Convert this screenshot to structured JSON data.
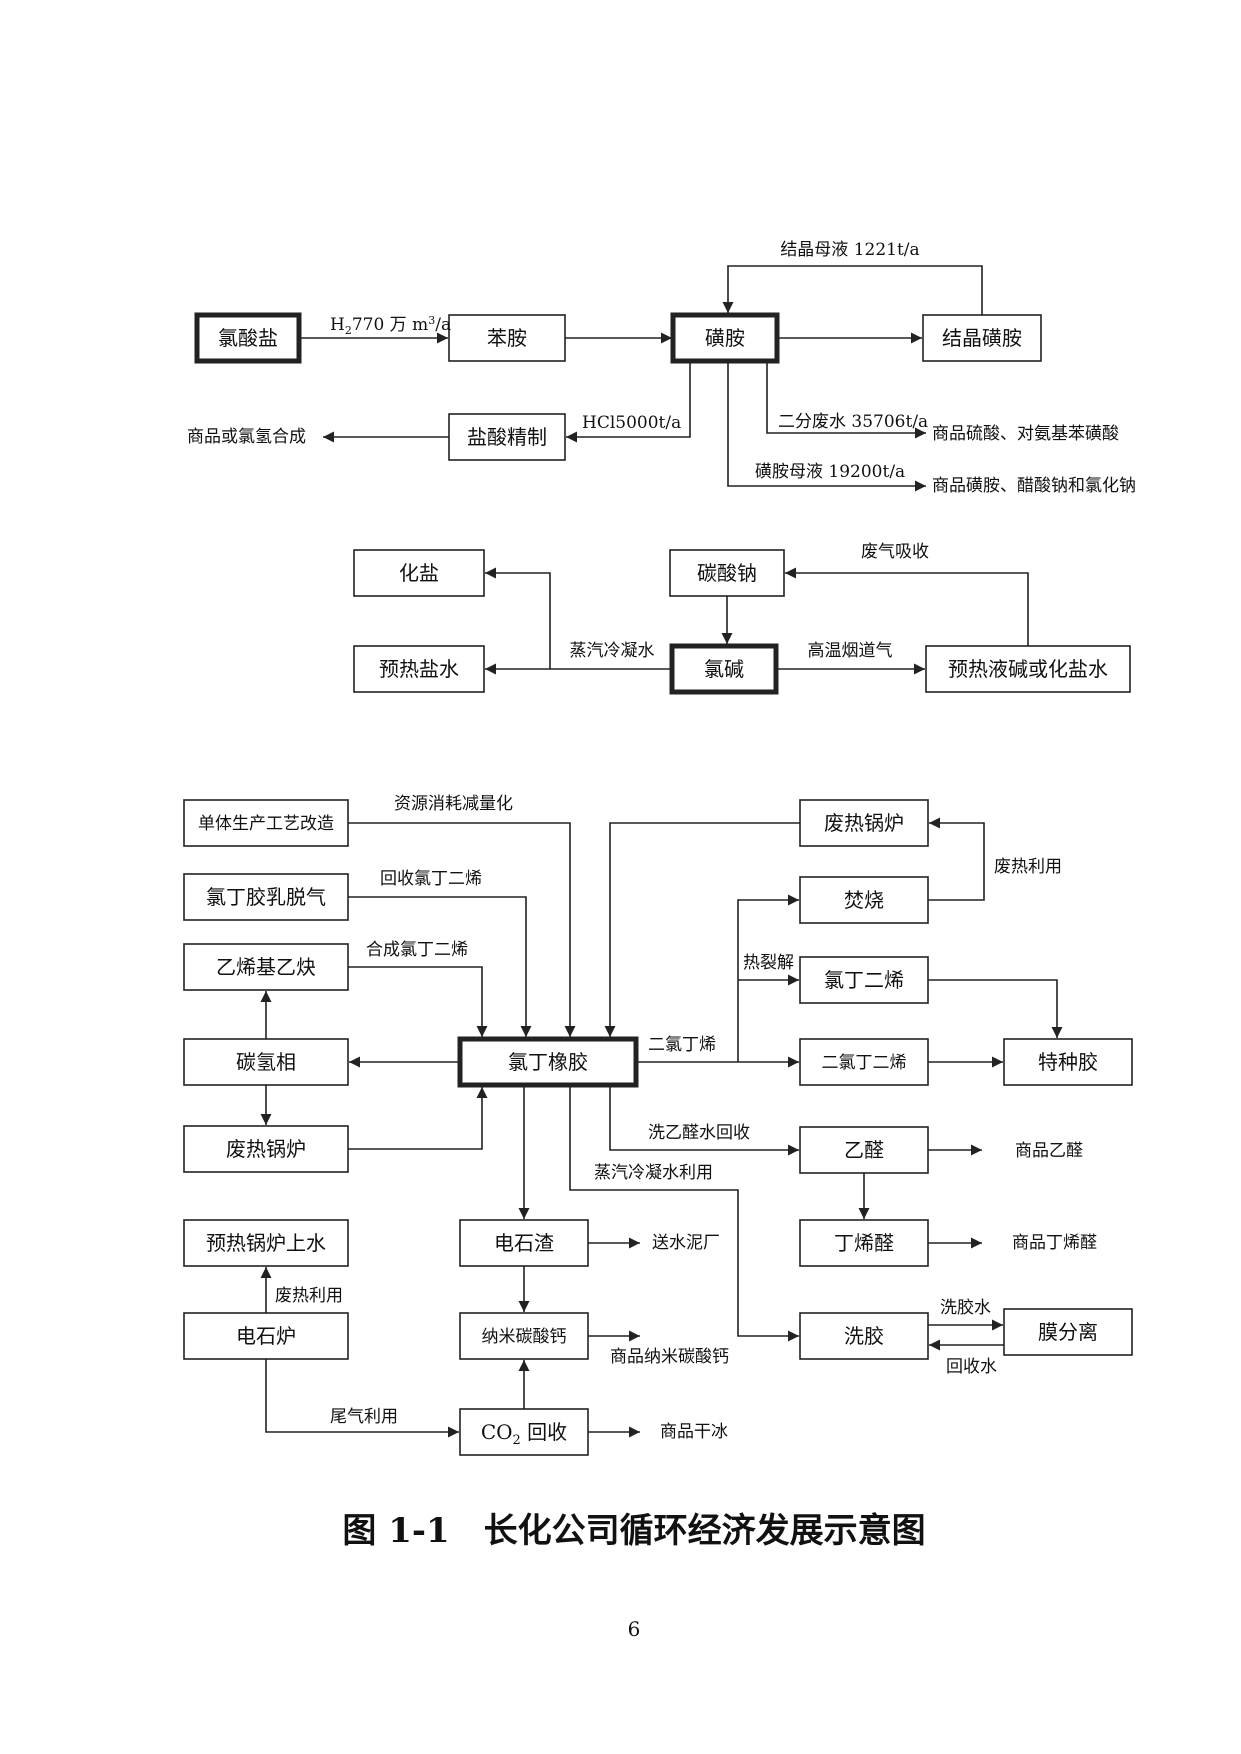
{
  "caption": "图 1-1　长化公司循环经济发展示意图",
  "page_number": "6",
  "diagram": {
    "sulfa": {
      "nodes": {
        "chlorate": "氯酸盐",
        "aniline": "苯胺",
        "sulfonamide": "磺胺",
        "cryst_sulfa": "结晶磺胺",
        "hcl_refine": "盐酸精制"
      },
      "labels": {
        "mother_liquor": "结晶母液 1221t/a",
        "h2_pre": "H",
        "h2_sub": "2",
        "h2_mid": "770 万 m",
        "h2_sup": "3",
        "h2_post": "/a",
        "hcl_flow": "HCl5000t/a",
        "out_hcl": "商品或氯氢合成",
        "waste_water": "二分废水 35706t/a",
        "out_sulfuric": "商品硫酸、对氨基苯磺酸",
        "sulfa_liquor": "磺胺母液 19200t/a",
        "out_sodium": "商品磺胺、醋酸钠和氯化钠"
      }
    },
    "alkali": {
      "nodes": {
        "huayan": "化盐",
        "na2co3": "碳酸钠",
        "preheat_brine": "预热盐水",
        "chloralkali": "氯碱",
        "preheat_lye": "预热液碱或化盐水"
      },
      "labels": {
        "waste_gas": "废气吸收",
        "steam_cond": "蒸汽冷凝水",
        "flue_gas": "高温烟道气"
      }
    },
    "rubber": {
      "nodes": {
        "monomer": "单体生产工艺改造",
        "degas": "氯丁胶乳脱气",
        "vinylacet": "乙烯基乙炔",
        "hydrocarbon": "碳氢相",
        "whb_left": "废热锅炉",
        "preheat_boiler": "预热锅炉上水",
        "carbide_furnace": "电石炉",
        "cr": "氯丁橡胶",
        "slag": "电石渣",
        "nano": "纳米碳酸钙",
        "co2_pre": "CO",
        "co2_sub": "2",
        "co2_post": " 回收",
        "whb_right": "废热锅炉",
        "incin": "焚烧",
        "chloroprene": "氯丁二烯",
        "dichloro": "二氯丁二烯",
        "special": "特种胶",
        "acetald": "乙醛",
        "crotonald": "丁烯醛",
        "wash": "洗胶",
        "membrane": "膜分离"
      },
      "labels": {
        "resource": "资源消耗减量化",
        "recover_cp": "回收氯丁二烯",
        "synth_cp": "合成氯丁二烯",
        "waste_heat_use_r": "废热利用",
        "pyrolysis": "热裂解",
        "dichlorobut": "二氯丁烯",
        "wash_acetal": "洗乙醛水回收",
        "steam_use": "蒸汽冷凝水利用",
        "out_acetald": "商品乙醛",
        "out_crotonald": "商品丁烯醛",
        "to_cement": "送水泥厂",
        "out_nano": "商品纳米碳酸钙",
        "out_dryice": "商品干冰",
        "waste_heat_use_l": "废热利用",
        "tail_gas": "尾气利用",
        "wash_water": "洗胶水",
        "recover_water": "回收水"
      }
    }
  }
}
